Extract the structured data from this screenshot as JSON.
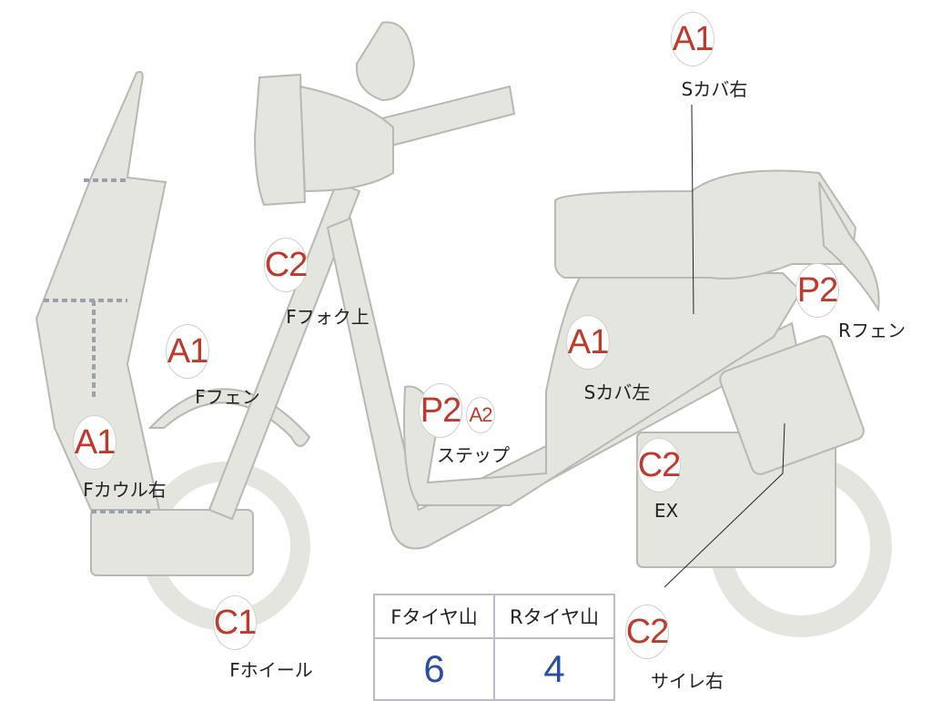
{
  "parts": [
    {
      "grade": "A1",
      "label": "Sカバ右"
    },
    {
      "grade": "C2",
      "label": "Fフォク上"
    },
    {
      "grade": "A1",
      "label": "Fフェン"
    },
    {
      "grade": "A1",
      "label": "Fカウル右"
    },
    {
      "grade": "P2",
      "grade2": "A2",
      "label": "ステップ"
    },
    {
      "grade": "A1",
      "label": "Sカバ左"
    },
    {
      "grade": "P2",
      "label": "Rフェン"
    },
    {
      "grade": "C2",
      "label": "EX"
    },
    {
      "grade": "C1",
      "label": "Fホイール"
    },
    {
      "grade": "C2",
      "label": "サイレ右"
    }
  ],
  "tires": {
    "front_label": "Fタイヤ山",
    "rear_label": "Rタイヤ山",
    "front_value": "6",
    "rear_value": "4"
  },
  "colors": {
    "grade": "#c0392b",
    "value": "#2a4fa0",
    "body": "#e5e5e0"
  }
}
